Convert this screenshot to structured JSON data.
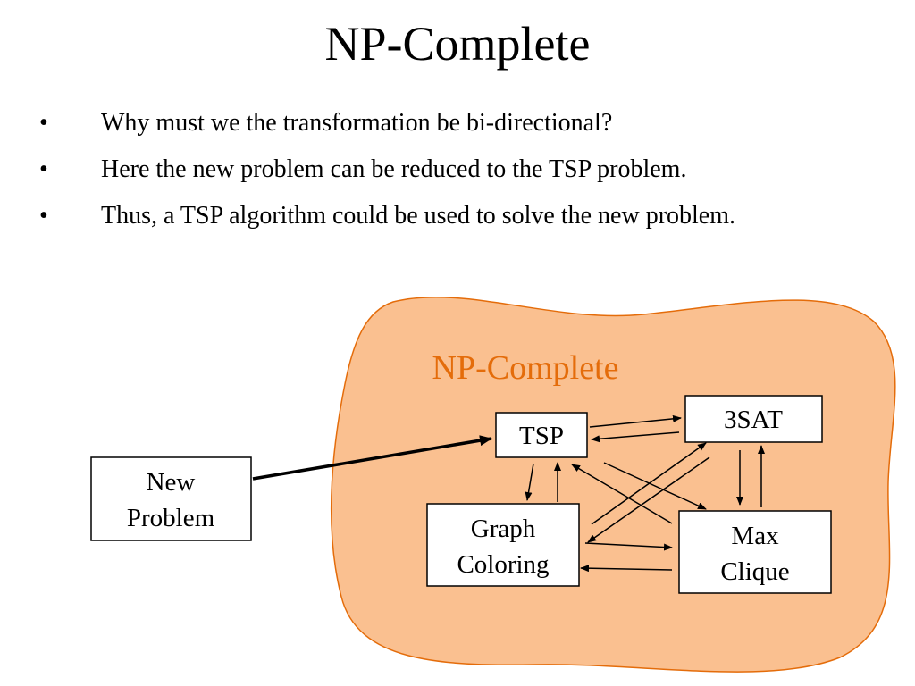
{
  "slide": {
    "title": "NP-Complete",
    "bullets": [
      "Why must we the transformation be bi-directional?",
      "Here the new problem can be reduced to the TSP problem.",
      "Thus, a TSP algorithm could be used to solve the new problem."
    ],
    "bullet_marker": "•"
  },
  "diagram": {
    "region": {
      "label": "NP-Complete",
      "fill_color": "#FAC090",
      "stroke_color": "#E46C0A",
      "label_color": "#E46C0A"
    },
    "nodes": {
      "tsp": "TSP",
      "sat3": "3SAT",
      "graph_coloring": [
        "Graph",
        "Coloring"
      ],
      "max_clique": [
        "Max",
        "Clique"
      ],
      "new_problem": [
        "New",
        "Problem"
      ]
    }
  }
}
